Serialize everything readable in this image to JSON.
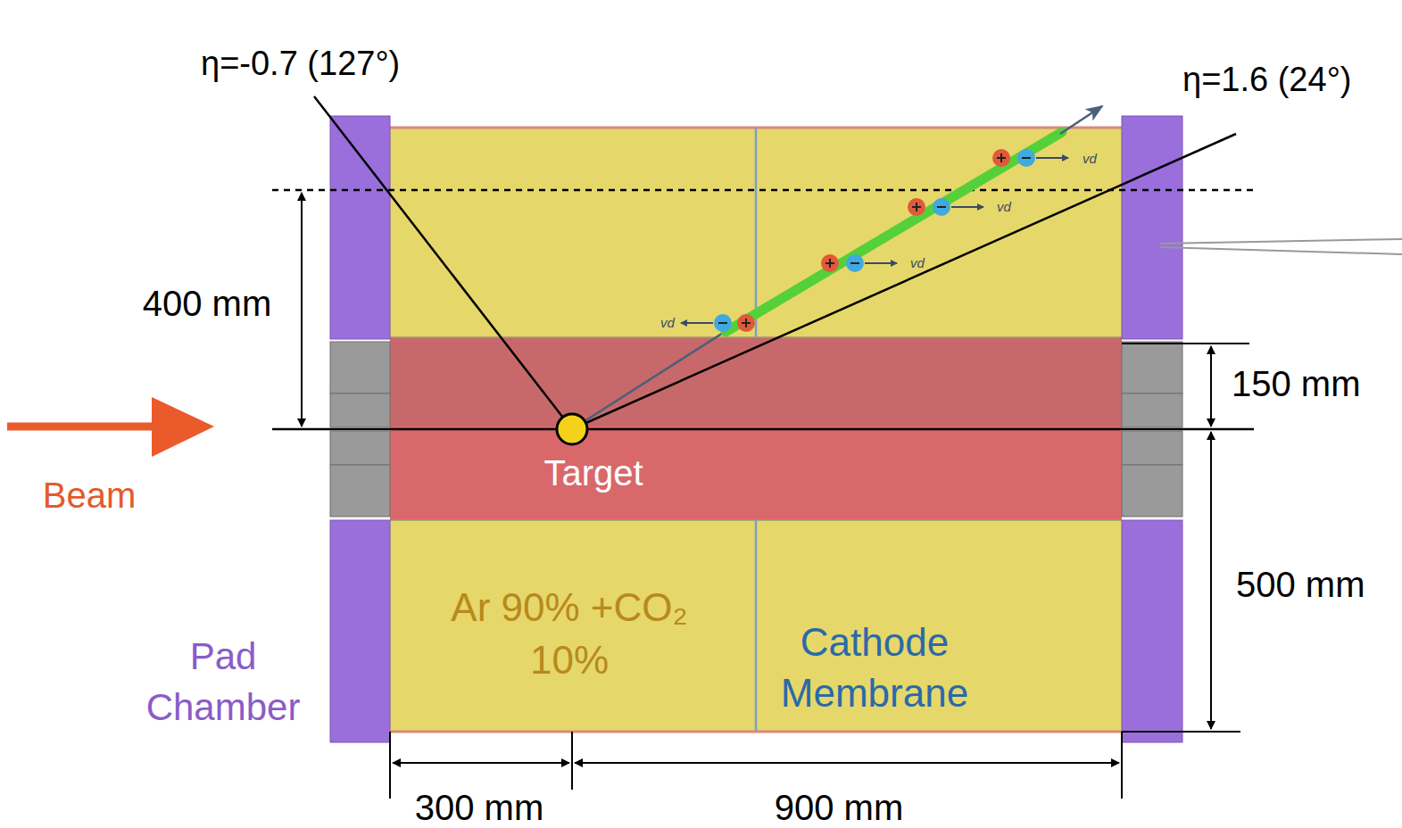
{
  "diagram": {
    "nodes": [
      {
        "text": [
          "Ar 90% +CO₂ 10%"
        ]
      },
      {
        "text": [
          "Target"
        ]
      },
      {
        "text": [
          "Pad Chamber"
        ]
      }
    ],
    "labels": [
      "η=-0.7 (127°)",
      "η=1.6 (24°)",
      "400 mm",
      "150 mm",
      "500 mm",
      "300 mm",
      "900 mm",
      "Beam",
      "Cathode Membrane",
      "vd",
      "vd",
      "vd",
      "vd"
    ]
  }
}
